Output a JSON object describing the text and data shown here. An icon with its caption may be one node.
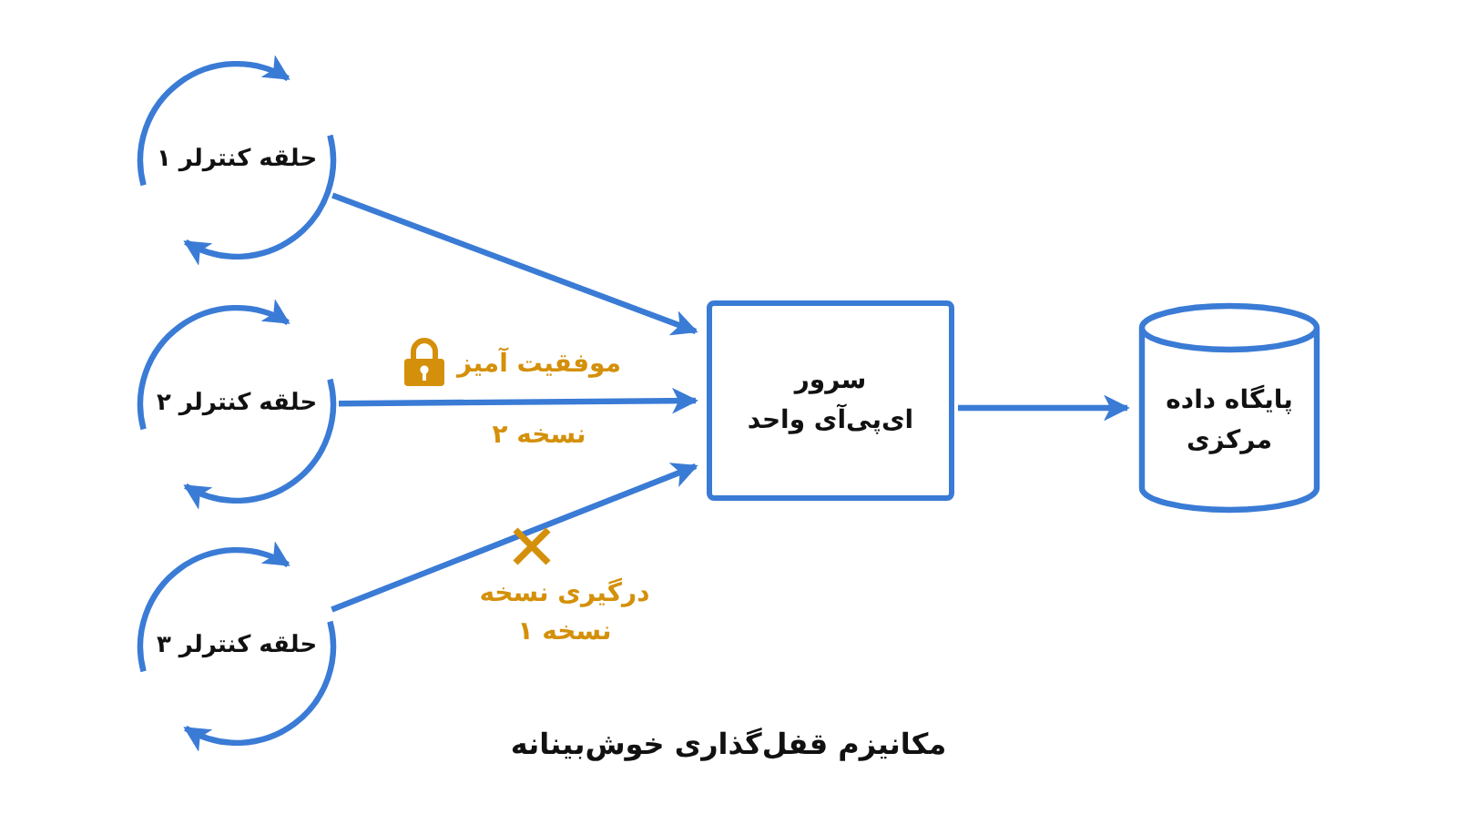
{
  "diagram": {
    "caption": "مکانیزم قفل‌گذاری خوش‌بینانه",
    "nodes": [
      {
        "text": [
          "حلقه کنترلر ۱"
        ]
      },
      {
        "text": [
          "حلقه کنترلر ۲"
        ]
      },
      {
        "text": [
          "حلقه کنترلر ۳"
        ]
      },
      {
        "text": [
          "سرور ای‌پی‌آی واحد"
        ]
      },
      {
        "text": [
          "پایگاه داده مرکزی"
        ]
      }
    ],
    "edges": [
      {
        "from": 0,
        "to": 3,
        "arrow": "to"
      },
      {
        "from": 1,
        "to": 3,
        "arrow": "to",
        "label": "موفقیت آمیز"
      },
      {
        "from": 2,
        "to": 3,
        "arrow": "to",
        "label": "درگیری نسخه نسخه ۱"
      },
      {
        "from": 3,
        "to": 4,
        "arrow": "to"
      }
    ],
    "labels": [
      "نسخه ۲"
    ]
  }
}
